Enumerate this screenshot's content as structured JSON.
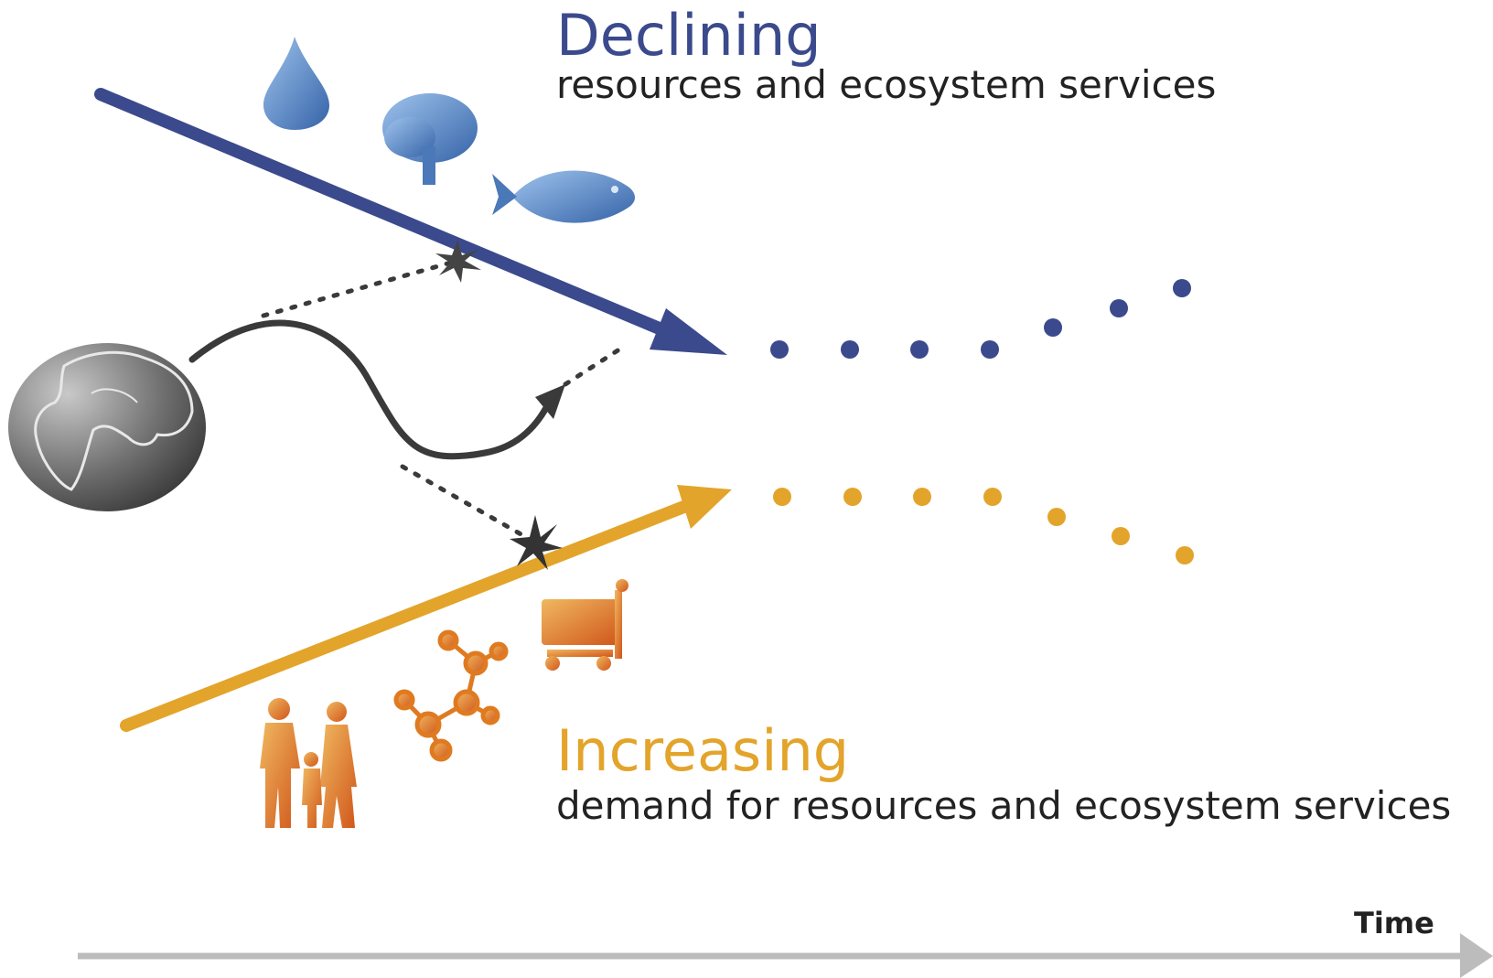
{
  "declining": {
    "title": "Declining",
    "subtitle": "resources and ecosystem services",
    "color": "#3b4a8c"
  },
  "increasing": {
    "title": "Increasing",
    "subtitle": "demand for resources and ecosystem services",
    "color": "#e3a42b"
  },
  "axis": {
    "label": "Time",
    "color": "#bcbcbc"
  },
  "icons": {
    "declining": [
      "water-drop-icon",
      "tree-icon",
      "fish-icon"
    ],
    "increasing": [
      "family-icon",
      "molecule-icon",
      "shopping-cart-icon"
    ],
    "origin": "globe-icon"
  },
  "colors": {
    "declining_icon": "#4a78b8",
    "increasing_icon": "#e07a20",
    "globe": "#6a6a6a",
    "path": "#3a3a3a"
  }
}
